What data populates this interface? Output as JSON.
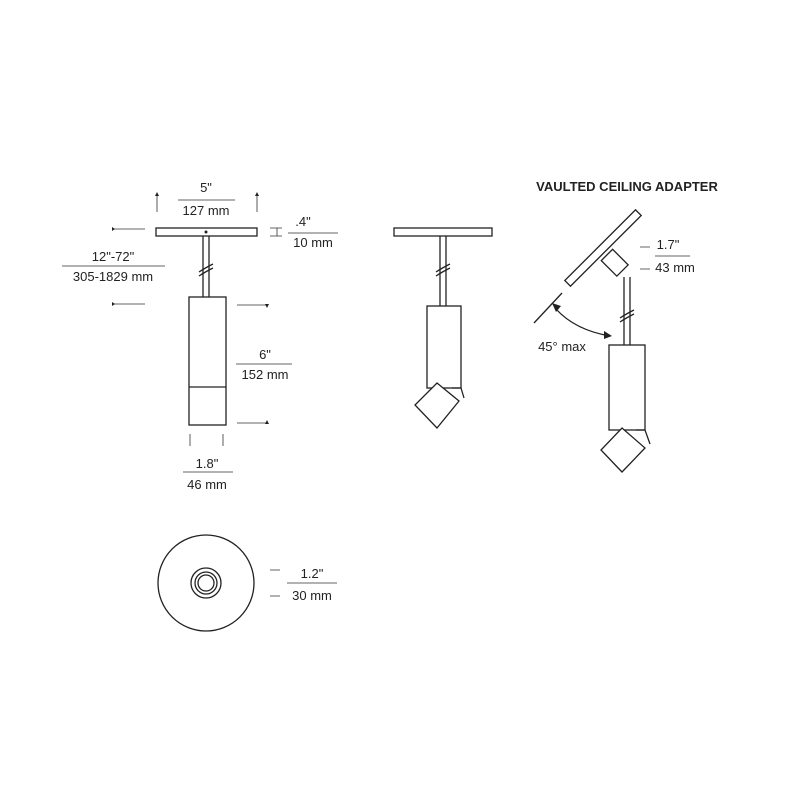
{
  "front_view": {
    "canopy_width": {
      "imperial": "5\"",
      "metric": "127 mm"
    },
    "canopy_height": {
      "imperial": ".4\"",
      "metric": "10 mm"
    },
    "overall_length": {
      "imperial": "12\"-72\"",
      "metric": "305-1829 mm"
    },
    "body_length": {
      "imperial": "6\"",
      "metric": "152 mm"
    },
    "body_diameter": {
      "imperial": "1.8\"",
      "metric": "46 mm"
    }
  },
  "bottom_view": {
    "aperture": {
      "imperial": "1.2\"",
      "metric": "30 mm"
    }
  },
  "vaulted": {
    "title": "VAULTED CEILING ADAPTER",
    "adapter_height": {
      "imperial": "1.7\"",
      "metric": "43 mm"
    },
    "angle": "45° max"
  }
}
